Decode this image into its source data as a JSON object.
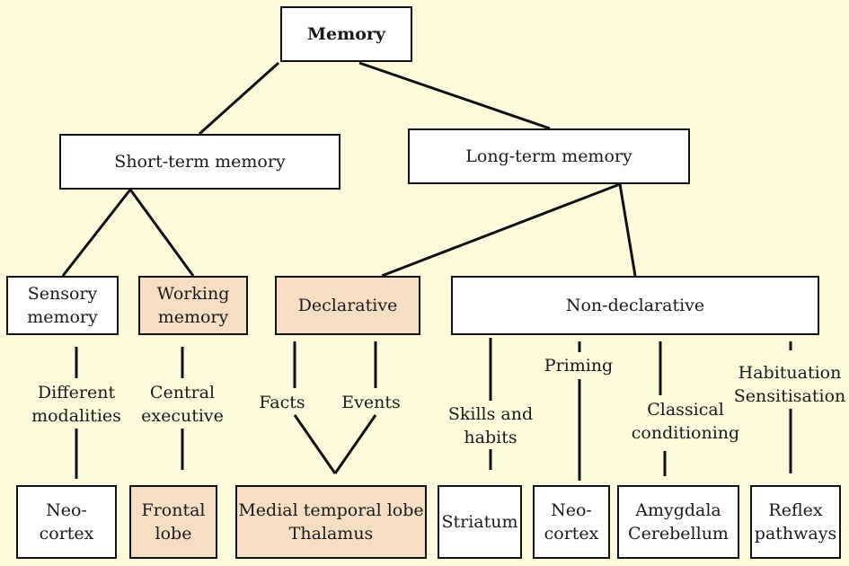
{
  "root": "Memory",
  "level1": {
    "short_term": "Short-term memory",
    "long_term": "Long-term memory"
  },
  "level2": {
    "sensory": "Sensory\nmemory",
    "working": "Working\nmemory",
    "declarative": "Declarative",
    "nondeclarative": "Non-declarative"
  },
  "labels": {
    "different_modalities": "Different\nmodalities",
    "central_executive": "Central\nexecutive",
    "facts": "Facts",
    "events": "Events",
    "skills_habits": "Skills and\nhabits",
    "priming": "Priming",
    "classical_conditioning": "Classical\nconditioning",
    "habituation_sensitisation": "Habituation\nSensitisation"
  },
  "leaves": {
    "neocortex_1": "Neo-\ncortex",
    "frontal_lobe": "Frontal\nlobe",
    "medial_temporal": "Medial temporal lobe\nThalamus",
    "striatum": "Striatum",
    "neocortex_2": "Neo-\ncortex",
    "amygdala_cerebellum": "Amygdala\nCerebellum",
    "reflex_pathways": "Reflex\npathways"
  },
  "colors": {
    "background": "#fdfbdc",
    "box": "#ffffff",
    "highlight": "#f6dec4",
    "line": "#111111"
  }
}
